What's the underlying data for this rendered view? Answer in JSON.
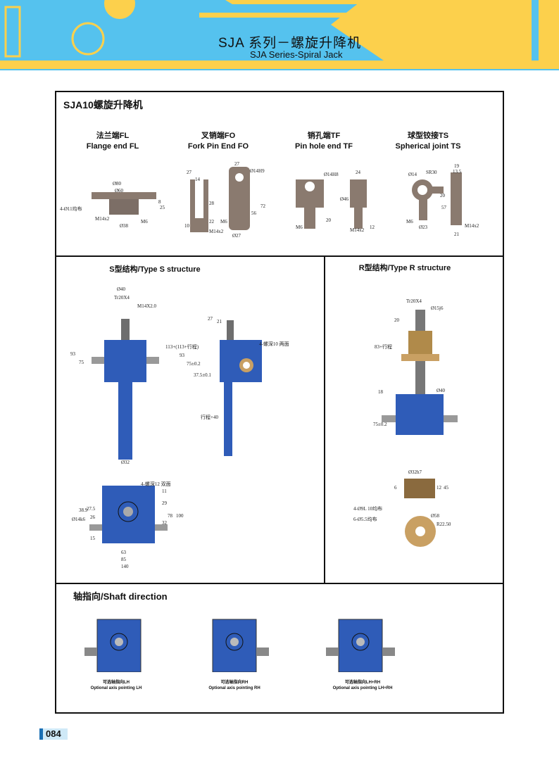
{
  "header": {
    "title_cn": "SJA 系列－螺旋升降机",
    "title_en": "SJA Series-Spiral Jack"
  },
  "main_title": "SJA10螺旋升降机",
  "ends": [
    {
      "cn": "法兰端FL",
      "en": "Flange end FL",
      "dims": [
        "Ø80",
        "Ø60",
        "4-Ø11均布",
        "M14x2",
        "Ø38",
        "8",
        "25",
        "M6"
      ]
    },
    {
      "cn": "叉销端FO",
      "en": "Fork Pin End FO",
      "dims": [
        "27",
        "14",
        "27",
        "Ø14H9",
        "28",
        "72",
        "56",
        "M6",
        "22",
        "10",
        "M14x2",
        "Ø27"
      ]
    },
    {
      "cn": "销孔端TF",
      "en": "Pin hole end TF",
      "dims": [
        "Ø14H8",
        "24",
        "Ø46",
        "20",
        "M6",
        "M14x2",
        "12"
      ]
    },
    {
      "cn": "球型铰接TS",
      "en": "Spherical joint TS",
      "dims": [
        "19",
        "13.5",
        "Ø14",
        "SR30",
        "20",
        "57",
        "Ø23",
        "M6",
        "21",
        "M14x2"
      ]
    }
  ],
  "s_structure": {
    "title": "S型结构/Type S structure",
    "dims": [
      "Ø40",
      "Tr20X4",
      "M14X2.0",
      "93",
      "75",
      "Ø32",
      "27",
      "21",
      "113+(113+行程)",
      "93",
      "75±0.2",
      "37.5±0.1",
      "4-螺深10 两面",
      "行程+40",
      "4-螺深12 双面",
      "Ø14k6",
      "38.9",
      "27.5",
      "26",
      "15",
      "29",
      "78",
      "100",
      "32",
      "11",
      "63",
      "85",
      "140"
    ]
  },
  "r_structure": {
    "title": "R型结构/Type R structure",
    "dims": [
      "Tr20X4",
      "Ø15j6",
      "20",
      "83+行程",
      "18",
      "Ø40",
      "75±0.2",
      "Ø32h7",
      "6",
      "12",
      "45",
      "4-Ø9L 10均布",
      "6-Ø5.5均布",
      "Ø58",
      "R22.50"
    ]
  },
  "shaft": {
    "title": "轴指向/Shaft direction",
    "items": [
      {
        "cn": "可选轴指向LH",
        "en": "Optional axis pointing LH"
      },
      {
        "cn": "可选轴指向RH",
        "en": "Optional axis pointing RH"
      },
      {
        "cn": "可选轴指向LH+RH",
        "en": "Optional axis pointing LH+RH"
      }
    ]
  },
  "page_number": "084",
  "colors": {
    "header_blue": "#55c2ee",
    "header_yellow": "#fcd04c",
    "part_blue": "#2f5cb8"
  }
}
